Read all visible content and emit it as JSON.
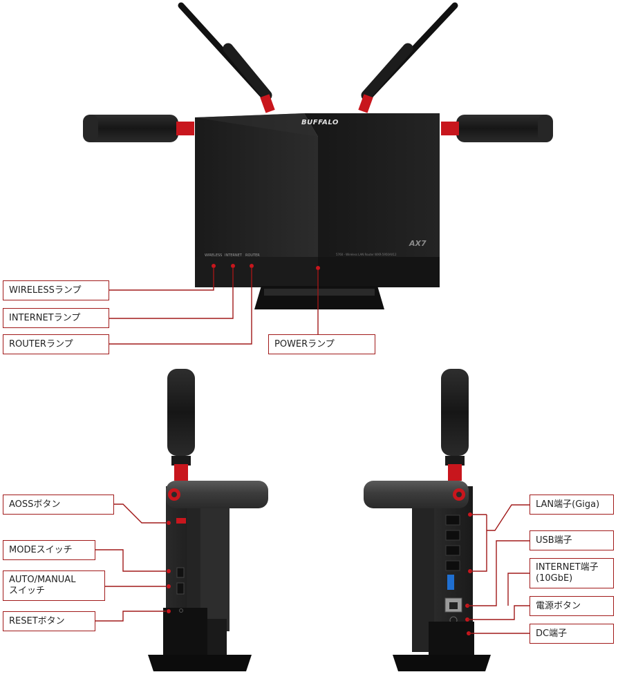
{
  "device": {
    "brand_logo": "BUFFALO",
    "model_badge": "AX7",
    "front_small_print": "5760 - Wireless LAN Router WXR-5950AX12",
    "side_small_labels": [
      "WIRELESS",
      "INTERNET",
      "ROUTER"
    ]
  },
  "labels": {
    "wireless_lamp": "WIRELESSランプ",
    "internet_lamp": "INTERNETランプ",
    "router_lamp": "ROUTERランプ",
    "power_lamp": "POWERランプ",
    "aoss_button": "AOSSボタン",
    "mode_switch": "MODEスイッチ",
    "auto_manual_switch": "AUTO/MANUAL\nスイッチ",
    "reset_button": "RESETボタン",
    "lan_port": "LAN端子(Giga)",
    "usb_port": "USB端子",
    "internet_port": "INTERNET端子\n(10GbE)",
    "power_button": "電源ボタン",
    "dc_port": "DC端子"
  },
  "colors": {
    "accent_red": "#c8161d",
    "label_border": "#a01818",
    "body_black": "#1e1e1e",
    "usb_blue": "#1f6fd1"
  }
}
